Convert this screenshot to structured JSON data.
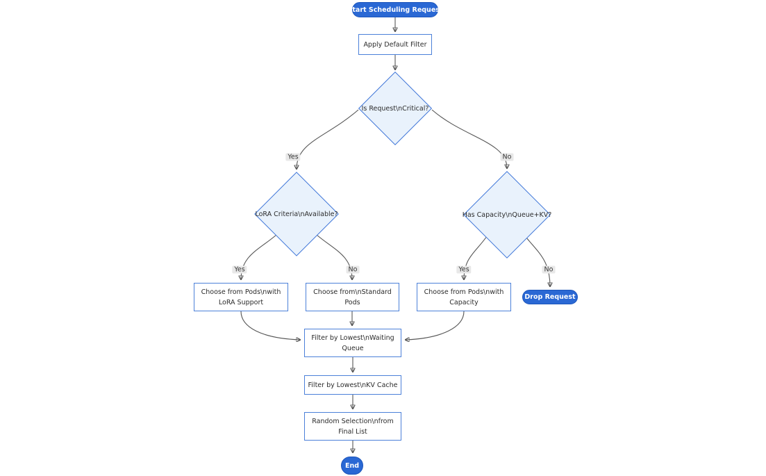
{
  "diagram": {
    "type": "flowchart",
    "nodes": {
      "start": {
        "label": "Start Scheduling Request",
        "shape": "pill"
      },
      "apply_filter": {
        "label": "Apply Default Filter",
        "shape": "rect"
      },
      "is_critical": {
        "label": "Is Request\\nCritical?",
        "shape": "diamond"
      },
      "lora_criteria": {
        "label": "LoRA Criteria\\nAvailable?",
        "shape": "diamond"
      },
      "has_capacity": {
        "label": "Has Capacity\\nQueue+KV?",
        "shape": "diamond"
      },
      "choose_lora": {
        "label": "Choose from Pods\\nwith LoRA Support",
        "shape": "rect"
      },
      "choose_standard": {
        "label": "Choose from\\nStandard Pods",
        "shape": "rect"
      },
      "choose_capacity": {
        "label": "Choose from Pods\\nwith Capacity",
        "shape": "rect"
      },
      "drop_request": {
        "label": "Drop Request",
        "shape": "pill"
      },
      "filter_queue": {
        "label": "Filter by Lowest\\nWaiting Queue",
        "shape": "rect"
      },
      "filter_kv": {
        "label": "Filter by Lowest\\nKV Cache",
        "shape": "rect"
      },
      "random_selection": {
        "label": "Random Selection\\nfrom Final List",
        "shape": "rect"
      },
      "end": {
        "label": "End",
        "shape": "pill"
      }
    },
    "edge_labels": {
      "critical_yes": "Yes",
      "critical_no": "No",
      "lora_yes": "Yes",
      "lora_no": "No",
      "capacity_yes": "Yes",
      "capacity_no": "No"
    },
    "colors": {
      "accent_blue_fill": "#2a68d4",
      "accent_blue_border": "#1c55bb",
      "diamond_fill": "#e9f2fc",
      "diamond_border": "#3d74d8",
      "rect_border": "#4b80d9",
      "rect_fill": "#ffffff",
      "edge_stroke": "#555555",
      "edge_label_bg": "#e8e8e8",
      "text_color": "#2b2b2b"
    }
  }
}
